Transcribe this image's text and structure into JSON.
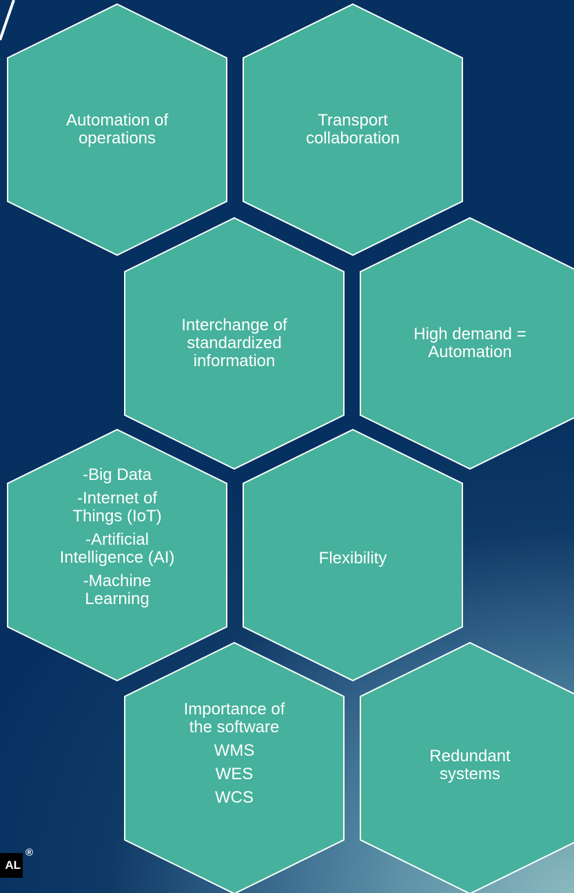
{
  "colors": {
    "hex_fill": "#46b19c",
    "hex_stroke": "#ffffff",
    "background": "#063060"
  },
  "hexagons": [
    {
      "id": "h1",
      "lines": [
        "Automation of",
        "operations"
      ]
    },
    {
      "id": "h2",
      "lines": [
        "Transport",
        "collaboration"
      ]
    },
    {
      "id": "h3",
      "lines": [
        "Interchange of",
        "standardized",
        "information"
      ]
    },
    {
      "id": "h4",
      "lines": [
        "High demand =",
        "Automation"
      ]
    },
    {
      "id": "h5",
      "lines": [
        "-Big Data",
        "-Internet of",
        "Things (IoT)",
        "-Artificial",
        "Intelligence (AI)",
        "-Machine",
        "Learning"
      ]
    },
    {
      "id": "h6",
      "lines": [
        "Flexibility"
      ]
    },
    {
      "id": "h7",
      "lines": [
        "Importance of",
        "the software",
        "WMS",
        "WES",
        "WCS"
      ]
    },
    {
      "id": "h8",
      "lines": [
        "Redundant",
        "systems"
      ]
    }
  ],
  "logo": {
    "text": "AL",
    "mark": "®"
  }
}
